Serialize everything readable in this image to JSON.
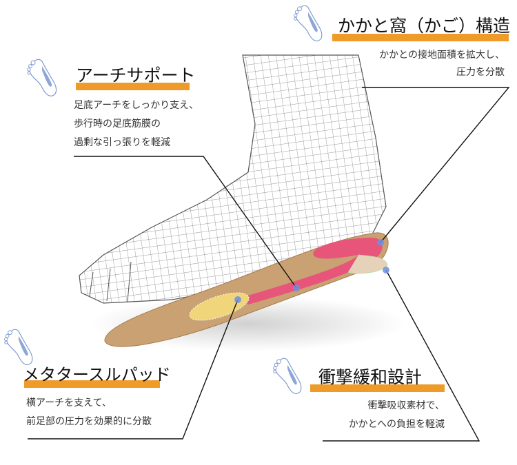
{
  "callouts": {
    "arch": {
      "title": "アーチサポート",
      "lines": [
        "足底アーチをしっかり支え、",
        "歩行時の足底筋膜の",
        "過剰な引っ張りを軽減"
      ]
    },
    "heel": {
      "title": "かかと窩（かご）構造",
      "lines": [
        "かかとの接地面積を拡大し、",
        "圧力を分散"
      ]
    },
    "metatarsal": {
      "title": "メタタースルパッド",
      "lines": [
        "横アーチを支えて、",
        "前足部の圧力を効果的に分散"
      ]
    },
    "shock": {
      "title": "衝撃緩和設計",
      "lines": [
        "衝撃吸収素材で、",
        "かかとへの負担を軽減"
      ]
    }
  },
  "colors": {
    "accent": "#ef9b2a",
    "insole": "#c9a172",
    "arch_pad": "#e8557a",
    "meta_pad": "#f1d57a",
    "icon_blue": "#6f8fc9"
  },
  "icons": [
    "foot-sole-icon"
  ]
}
